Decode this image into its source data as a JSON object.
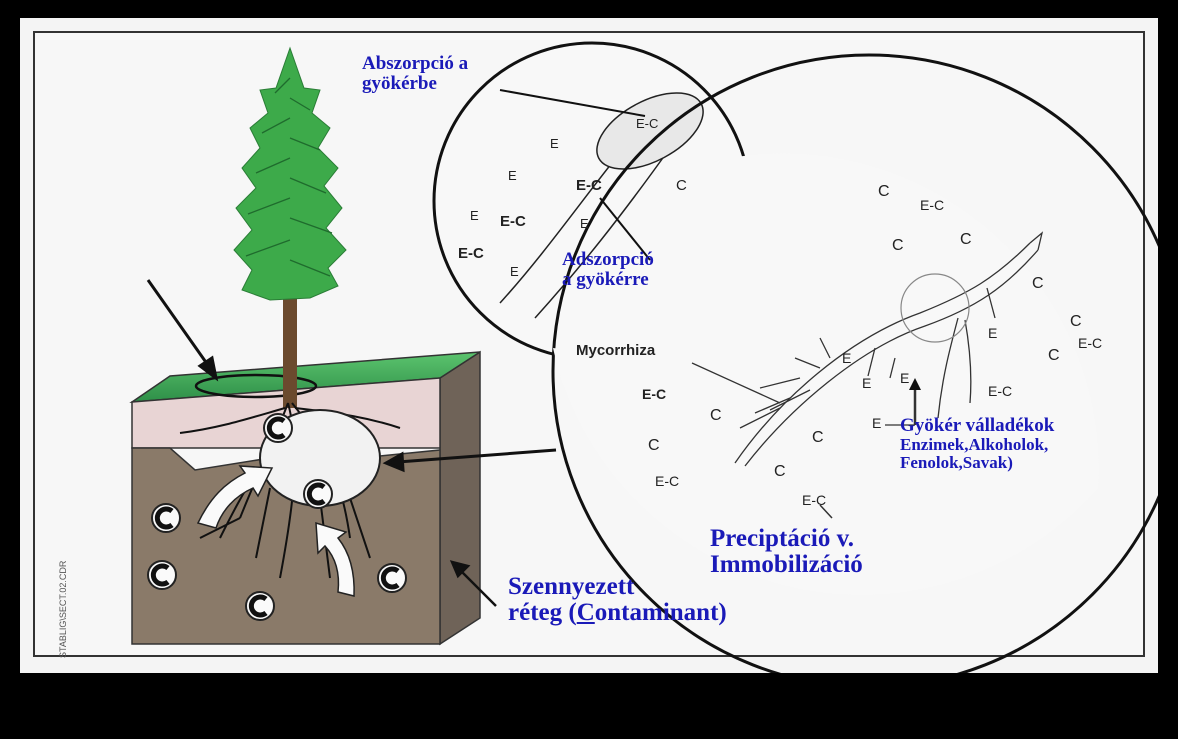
{
  "labels": {
    "absorption_line1": "Abszorpció a",
    "absorption_line2": "gyökérbe",
    "adsorption_line1": "Adszorpció",
    "adsorption_line2": "a gyökérre",
    "exudates_line1": "Gyökér válladékok",
    "exudates_line2": "Enzimek,Alkoholok,",
    "exudates_line3": "Fenolok,Savak)",
    "precipitation_line1": "Preciptáció v.",
    "precipitation_line2": "Immobilizáció",
    "contaminated_line1": "Szennyezett",
    "contaminated_line2_pre": "réteg (",
    "contaminated_line2_u": "C",
    "contaminated_line2_post": "ontaminant)",
    "mycorrhiza": "Mycorrhiza",
    "side_credit": "STABLIG\\SECT.02.CDR"
  },
  "tokens": {
    "ec": "E-C",
    "e": "E",
    "c": "C"
  },
  "colors": {
    "label_blue": "#1a1ab8",
    "tree_green": "#3daa4a",
    "trunk_brown": "#6b4a2e",
    "grass": "#3fae5c",
    "topsoil_pink": "#e9d6d6",
    "subsoil_brown": "#8a7a6a"
  }
}
